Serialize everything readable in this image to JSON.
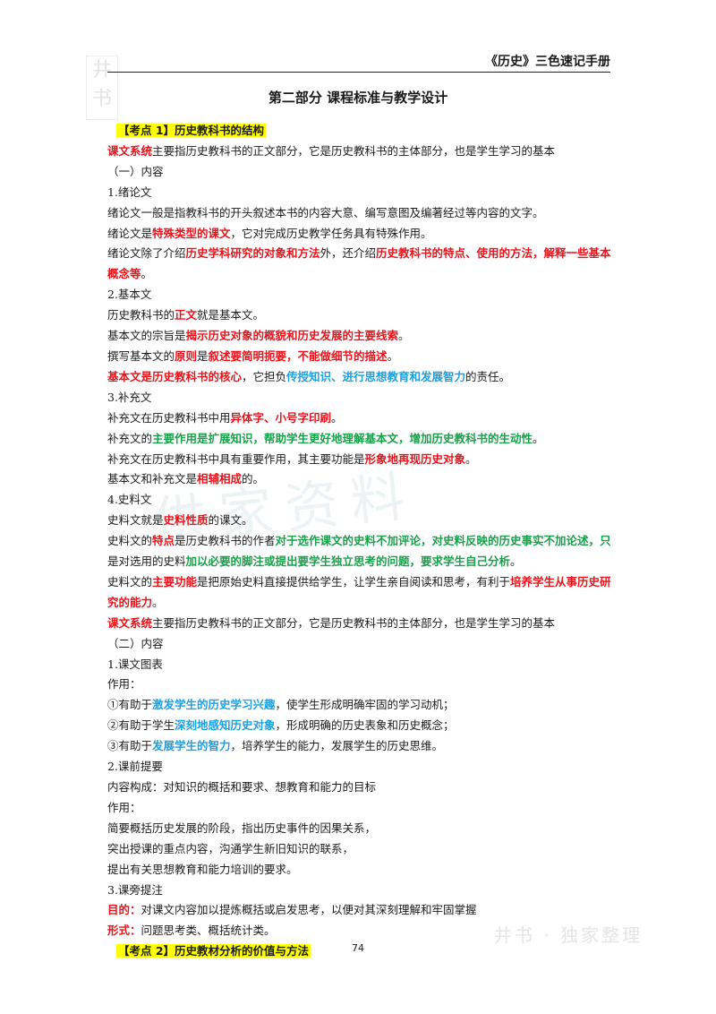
{
  "header": {
    "title": "《历史》三色速记手册"
  },
  "watermark": {
    "stamp": "井书",
    "big": "供家资料",
    "footer": "井书 · 独家整理"
  },
  "section_title": "第二部分 课程标准与教学设计",
  "lines": [
    [
      {
        "t": "【考点 1】历史教科书的结构",
        "s": "hl"
      }
    ],
    [
      {
        "t": "课文系统",
        "s": "r"
      },
      {
        "t": "主要指历史教科书的正文部分，它是历史教科书的主体部分，也是学生学习的基本"
      }
    ],
    [
      {
        "t": "（一）内容"
      }
    ],
    [
      {
        "t": "1.绪论文"
      }
    ],
    [
      {
        "t": "绪论文一般是指教科书的开头叙述本书的内容大意、编写意图及编著经过等内容的文字。"
      }
    ],
    [
      {
        "t": "绪论文是"
      },
      {
        "t": "特殊类型的课文",
        "s": "r"
      },
      {
        "t": "，它对完成历史教学任务具有特殊作用。"
      }
    ],
    [
      {
        "t": "绪论文除了介绍"
      },
      {
        "t": "历史学科研究的对象和方法",
        "s": "r"
      },
      {
        "t": "外，还介绍"
      },
      {
        "t": "历史教科书的特点、使用的方法，解释一些基本概念等",
        "s": "r"
      },
      {
        "t": "。"
      }
    ],
    [
      {
        "t": "2.基本文"
      }
    ],
    [
      {
        "t": "历史教科书的"
      },
      {
        "t": "正文",
        "s": "r"
      },
      {
        "t": "就是基本文。"
      }
    ],
    [
      {
        "t": "基本文的宗旨是"
      },
      {
        "t": "揭示历史对象的概貌和历史发展的主要线索",
        "s": "r"
      },
      {
        "t": "。"
      }
    ],
    [
      {
        "t": "撰写基本文的"
      },
      {
        "t": "原则",
        "s": "r"
      },
      {
        "t": "是"
      },
      {
        "t": "叙述要简明扼要，不能做细节的描述",
        "s": "r"
      },
      {
        "t": "。"
      }
    ],
    [
      {
        "t": "基本文是历史教科书的核心",
        "s": "r"
      },
      {
        "t": "，它担负"
      },
      {
        "t": "传授知识、进行思想教育和发展智力",
        "s": "b"
      },
      {
        "t": "的责任。"
      }
    ],
    [
      {
        "t": "3.补充文"
      }
    ],
    [
      {
        "t": "补充文在历史教科书中用"
      },
      {
        "t": "异体字、小号字印刷",
        "s": "r"
      },
      {
        "t": "。"
      }
    ],
    [
      {
        "t": "补充文的"
      },
      {
        "t": "主要作用是扩展知识，帮助学生更好地理解基本文，增加历史教科书的生动性",
        "s": "g"
      },
      {
        "t": "。"
      }
    ],
    [
      {
        "t": "补充文在历史教科书中具有重要作用，其主要功能是"
      },
      {
        "t": "形象地再现历史对象",
        "s": "r"
      },
      {
        "t": "。"
      }
    ],
    [
      {
        "t": "基本文和补充文是"
      },
      {
        "t": "相辅相成",
        "s": "r"
      },
      {
        "t": "的。"
      }
    ],
    [
      {
        "t": "4.史料文"
      }
    ],
    [
      {
        "t": "史料文就是"
      },
      {
        "t": "史料性质",
        "s": "r"
      },
      {
        "t": "的课文。"
      }
    ],
    [
      {
        "t": "史料文的"
      },
      {
        "t": "特点",
        "s": "r"
      },
      {
        "t": "是历史教科书的作者"
      },
      {
        "t": "对于选作课文的史料不加评论，对史料反映的历史事实不加论述，",
        "s": "g"
      },
      {
        "t": "只",
        "s": "g"
      },
      {
        "t": "是对选用的史料"
      },
      {
        "t": "加以必要的脚注或提出要学生独立思考的问题，要求学生自己分析",
        "s": "g"
      },
      {
        "t": "。"
      }
    ],
    [
      {
        "t": "史料文的"
      },
      {
        "t": "主要功能",
        "s": "r"
      },
      {
        "t": "是把原始史料直接提供给学生，让学生亲自阅读和思考，有利于"
      },
      {
        "t": "培养学生从事历史研究的能力",
        "s": "r"
      },
      {
        "t": "。"
      }
    ],
    [
      {
        "t": "课文系统",
        "s": "r"
      },
      {
        "t": "主要指历史教科书的正文部分，它是历史教科书的主体部分，也是学生学习的基本"
      }
    ],
    [
      {
        "t": "（二）内容"
      }
    ],
    [
      {
        "t": "1.课文图表"
      }
    ],
    [
      {
        "t": "作用："
      }
    ],
    [
      {
        "t": "①有助于"
      },
      {
        "t": "激发学生的历史学习兴趣",
        "s": "b"
      },
      {
        "t": "，使学生形成明确牢固的学习动机；"
      }
    ],
    [
      {
        "t": "②有助于学生"
      },
      {
        "t": "深刻地感知历史对象",
        "s": "b"
      },
      {
        "t": "，形成明确的历史表象和历史概念；"
      }
    ],
    [
      {
        "t": "③有助于"
      },
      {
        "t": "发展学生的智力",
        "s": "b"
      },
      {
        "t": "，培养学生的能力，发展学生的历史思维。"
      }
    ],
    [
      {
        "t": "2.课前提要"
      }
    ],
    [
      {
        "t": "内容构成：对知识的概括和要求、想教育和能力的目标"
      }
    ],
    [
      {
        "t": "作用："
      }
    ],
    [
      {
        "t": "简要概括历史发展的阶段，指出历史事件的因果关系，"
      }
    ],
    [
      {
        "t": "突出授课的重点内容，沟通学生新旧知识的联系，"
      }
    ],
    [
      {
        "t": "提出有关思想教育和能力培训的要求。"
      }
    ],
    [
      {
        "t": "3.课旁提注"
      }
    ],
    [
      {
        "t": "目的：",
        "s": "r"
      },
      {
        "t": "对课文内容加以提炼概括或启发思考，以便对其深刻理解和牢固掌握"
      }
    ],
    [
      {
        "t": "形式：",
        "s": "r"
      },
      {
        "t": "问题思考类、概括统计类。"
      }
    ],
    [
      {
        "t": "【考点 2】历史教材分析的价值与方法",
        "s": "hl"
      }
    ]
  ],
  "page_number": "74"
}
